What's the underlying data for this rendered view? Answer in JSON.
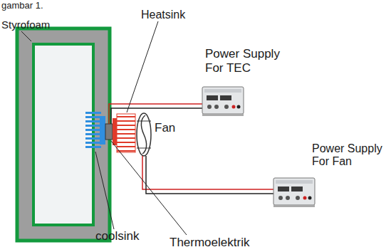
{
  "diagram": {
    "labels": [
      "gambar 1.",
      "Styrofoam",
      "Heatsink",
      "Power Supply For TEC",
      "Fan",
      "Power Supply For Fan",
      "coolsink",
      "Thermoelektrik"
    ]
  }
}
